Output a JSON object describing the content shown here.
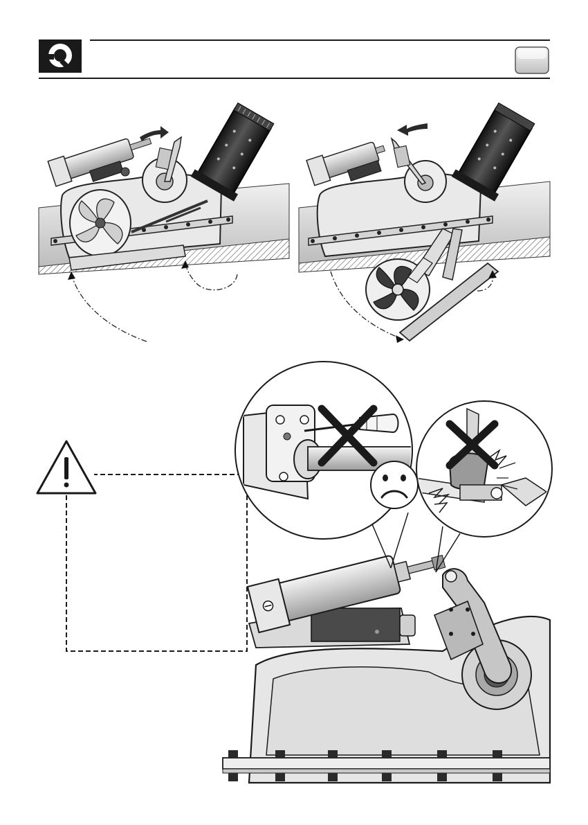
{
  "header": {
    "logo_icon": "quick-logo-q-icon",
    "tab_icon": "section-tab-blank-icon"
  },
  "figures": {
    "top_left": {
      "icon": "thruster-retracted-illustration"
    },
    "top_right": {
      "icon": "thruster-extended-illustration"
    },
    "bottom": {
      "icon": "actuator-detail-illustration"
    }
  },
  "warning": {
    "icon": "warning-triangle-icon",
    "callouts": [
      {
        "icon": "do-not-unscrew-actuator-icon"
      },
      {
        "icon": "do-not-force-linkage-icon"
      }
    ],
    "sad_face_icon": "sad-face-icon"
  },
  "colors": {
    "ink": "#1a1a1a",
    "hull": "#c8c8c8",
    "body": "#e2e2e2",
    "dark": "#2a2a2a"
  }
}
